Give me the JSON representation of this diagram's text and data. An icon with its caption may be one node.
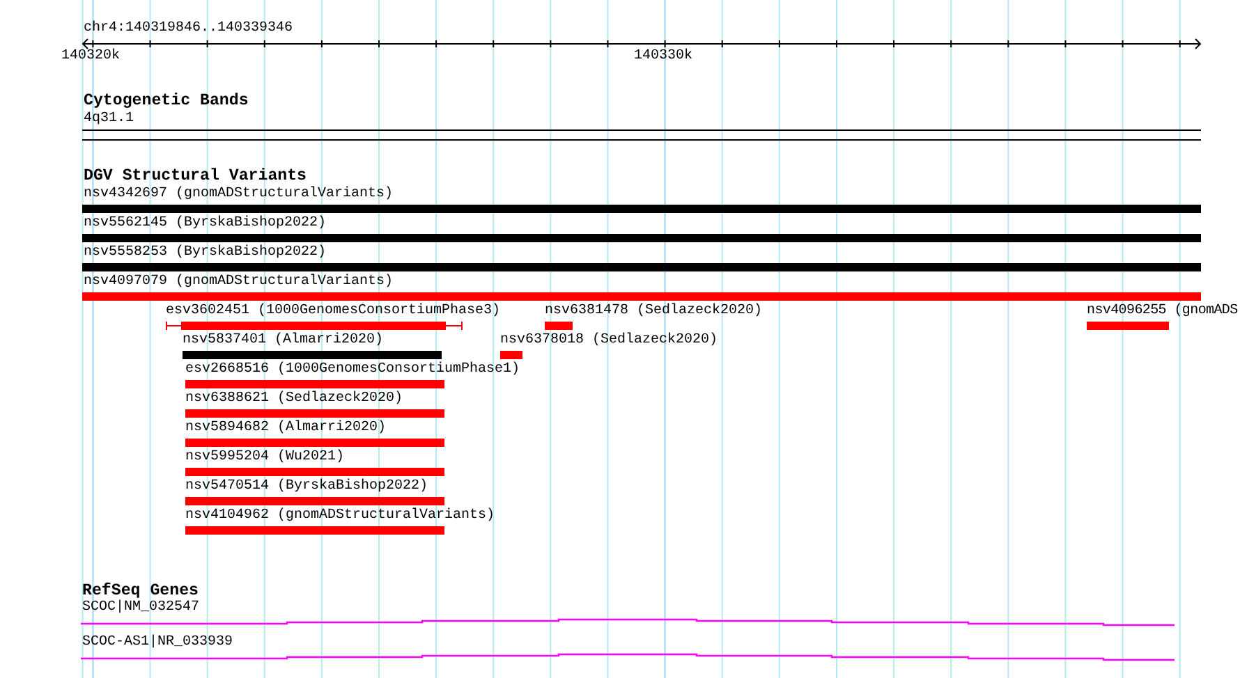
{
  "diagram": {
    "nodes": [
      {
        "text": [
          "4q31.1"
        ]
      },
      {
        "text": [
          "nsv4342697 (gnomADStructuralVariants)"
        ]
      },
      {
        "text": [
          "nsv5562145 (ByrskaBishop2022)"
        ]
      },
      {
        "text": [
          "nsv5558253 (ByrskaBishop2022)"
        ]
      },
      {
        "text": [
          "nsv4097079 (gnomADStructuralVariants)"
        ]
      },
      {
        "text": [
          "esv3602451 (1000GenomesConsortiumPhase3)"
        ]
      },
      {
        "text": [
          "nsv6381478 (Sedlazeck2020)"
        ]
      },
      {
        "text": [
          "nsv4096255 (gnomADS"
        ]
      },
      {
        "text": [
          "nsv5837401 (Almarri2020)"
        ]
      },
      {
        "text": [
          "nsv6378018 (Sedlazeck2020)"
        ]
      },
      {
        "text": [
          "esv2668516 (1000GenomesConsortiumPhase1)"
        ]
      },
      {
        "text": [
          "nsv6388621 (Sedlazeck2020)"
        ]
      },
      {
        "text": [
          "nsv5894682 (Almarri2020)"
        ]
      },
      {
        "text": [
          "nsv5995204 (Wu2021)"
        ]
      },
      {
        "text": [
          "nsv5470514 (ByrskaBishop2022)"
        ]
      },
      {
        "text": [
          "nsv4104962 (gnomADStructuralVariants)"
        ]
      },
      {
        "text": [
          "SCOC|NM_032547"
        ]
      },
      {
        "text": [
          "SCOC-AS1|NR_033939"
        ]
      }
    ],
    "labels": [
      "chr4:140319846..140339346",
      "140320k",
      "140330k",
      "Cytogenetic Bands",
      "DGV Structural Variants",
      "RefSeq Genes"
    ]
  }
}
